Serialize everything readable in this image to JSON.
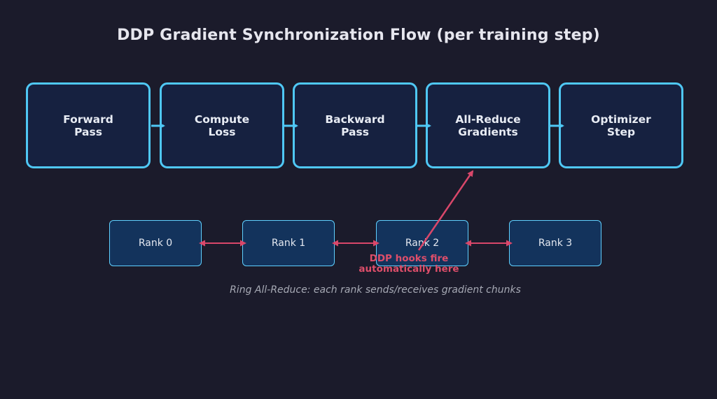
{
  "title": "DDP Gradient Synchronization Flow (per training step)",
  "steps": [
    {
      "line1": "Forward",
      "line2": "Pass"
    },
    {
      "line1": "Compute",
      "line2": "Loss"
    },
    {
      "line1": "Backward",
      "line2": "Pass"
    },
    {
      "line1": "All-Reduce",
      "line2": "Gradients"
    },
    {
      "line1": "Optimizer",
      "line2": "Step"
    }
  ],
  "ranks": [
    "Rank 0",
    "Rank 1",
    "Rank 2",
    "Rank 3"
  ],
  "hook_note": {
    "line1": "DDP hooks fire",
    "line2": "automatically here"
  },
  "caption": "Ring All-Reduce: each rank sends/receives gradient chunks",
  "colors": {
    "background": "#1b1b2b",
    "step_border": "#4fc8f5",
    "step_fill": "#162140",
    "rank_fill": "#13335c",
    "accent_red": "#dd4e6a"
  }
}
